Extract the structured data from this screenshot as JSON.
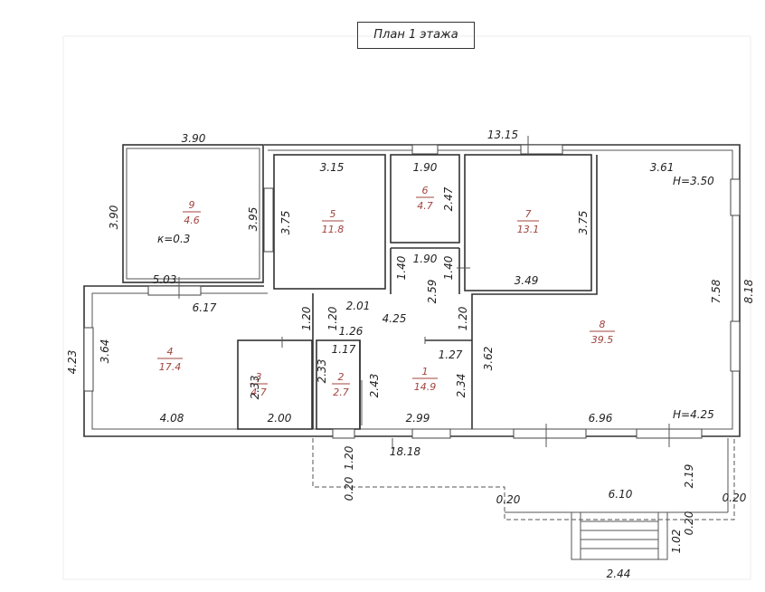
{
  "title": "План 1 этажа",
  "rooms": [
    {
      "num": "9",
      "area": "4.6"
    },
    {
      "num": "5",
      "area": "11.8"
    },
    {
      "num": "6",
      "area": "4.7"
    },
    {
      "num": "7",
      "area": "13.1"
    },
    {
      "num": "8",
      "area": "39.5"
    },
    {
      "num": "4",
      "area": "17.4"
    },
    {
      "num": "3",
      "area": "4.7"
    },
    {
      "num": "2",
      "area": "2.7"
    },
    {
      "num": "1",
      "area": "14.9"
    }
  ],
  "notes": {
    "k": "к=0.3",
    "h1": "H=3.50",
    "h2": "H=4.25"
  },
  "dims": {
    "d390a": "3.90",
    "d390b": "3.90",
    "d1315": "13.15",
    "d315": "3.15",
    "d190a": "1.90",
    "d361": "3.61",
    "d395": "3.95",
    "d375a": "3.75",
    "d247": "2.47",
    "d375b": "3.75",
    "d758": "7.58",
    "d818": "8.18",
    "d503": "5.03",
    "d617": "6.17",
    "d201": "2.01",
    "d425": "4.25",
    "d140a": "1.40",
    "d190b": "1.90",
    "d140b": "1.40",
    "d259": "2.59",
    "d349": "3.49",
    "d120a": "1.20",
    "d120b": "1.20",
    "d120c": "1.20",
    "d126": "1.26",
    "d117": "1.17",
    "d127": "1.27",
    "d362": "3.62",
    "d423": "4.23",
    "d364": "3.64",
    "d233a": "2.33",
    "d233b": "2.33",
    "d243": "2.43",
    "d234": "2.34",
    "d408": "4.08",
    "d200": "2.00",
    "d299": "2.99",
    "d696": "6.96",
    "d1818": "18.18",
    "d020a": "0.20",
    "d120d": "1.20",
    "d020b": "0.20",
    "d219": "2.19",
    "d610": "6.10",
    "d020c": "0.20",
    "d020d": "0.20",
    "d102": "1.02",
    "d244": "2.44"
  }
}
